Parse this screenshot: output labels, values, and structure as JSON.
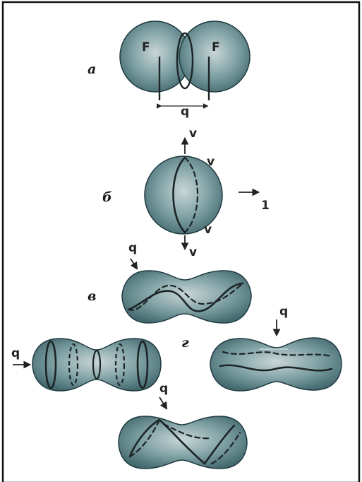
{
  "figure": {
    "panel_labels": {
      "a": "а",
      "b": "б",
      "v": "в",
      "g": "г"
    },
    "symbols": {
      "F_left": "F",
      "F_right": "F",
      "q_dimension": "q",
      "v_top": "v",
      "v_right_top": "v",
      "v_right_bottom": "v",
      "v_bottom": "v",
      "q_v": "q",
      "q_g_left": "q",
      "q_g_right": "q",
      "q_g_bottom": "q",
      "one": "1"
    },
    "colors": {
      "body_light": "#c9d6d6",
      "body_mid": "#7fa1a4",
      "body_dark": "#43696e",
      "frame": "#111111"
    }
  }
}
